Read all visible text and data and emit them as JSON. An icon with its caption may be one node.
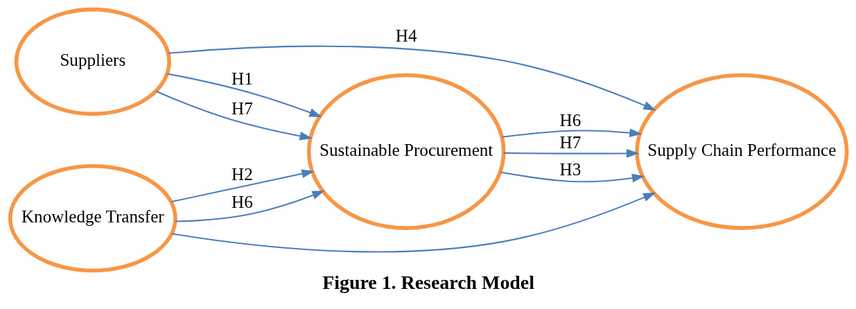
{
  "diagram": {
    "caption": "Figure 1. Research Model",
    "nodes": [
      {
        "text": [
          "Suppliers"
        ]
      },
      {
        "text": [
          "Sustainable Procurement"
        ]
      },
      {
        "text": [
          "Supply Chain Performance"
        ]
      },
      {
        "text": [
          "Knowledge Transfer"
        ]
      }
    ],
    "edges": [
      {
        "from": 0,
        "to": 2,
        "arrow": "to",
        "label": "H4"
      },
      {
        "from": 0,
        "to": 1,
        "arrow": "to",
        "label": "H1"
      },
      {
        "from": 0,
        "to": 1,
        "arrow": "to",
        "label": "H7"
      },
      {
        "from": 1,
        "to": 2,
        "arrow": "to",
        "label": "H7"
      },
      {
        "from": 1,
        "to": 2,
        "arrow": "to",
        "label": "H3"
      },
      {
        "from": 3,
        "to": 1,
        "arrow": "to",
        "label": "H2"
      },
      {
        "from": 3,
        "to": 1,
        "arrow": "to",
        "label": "H6"
      },
      {
        "from": 1,
        "to": 2,
        "arrow": "to",
        "label": "H6"
      },
      {
        "from": 3,
        "to": 2,
        "arrow": "to"
      }
    ]
  }
}
